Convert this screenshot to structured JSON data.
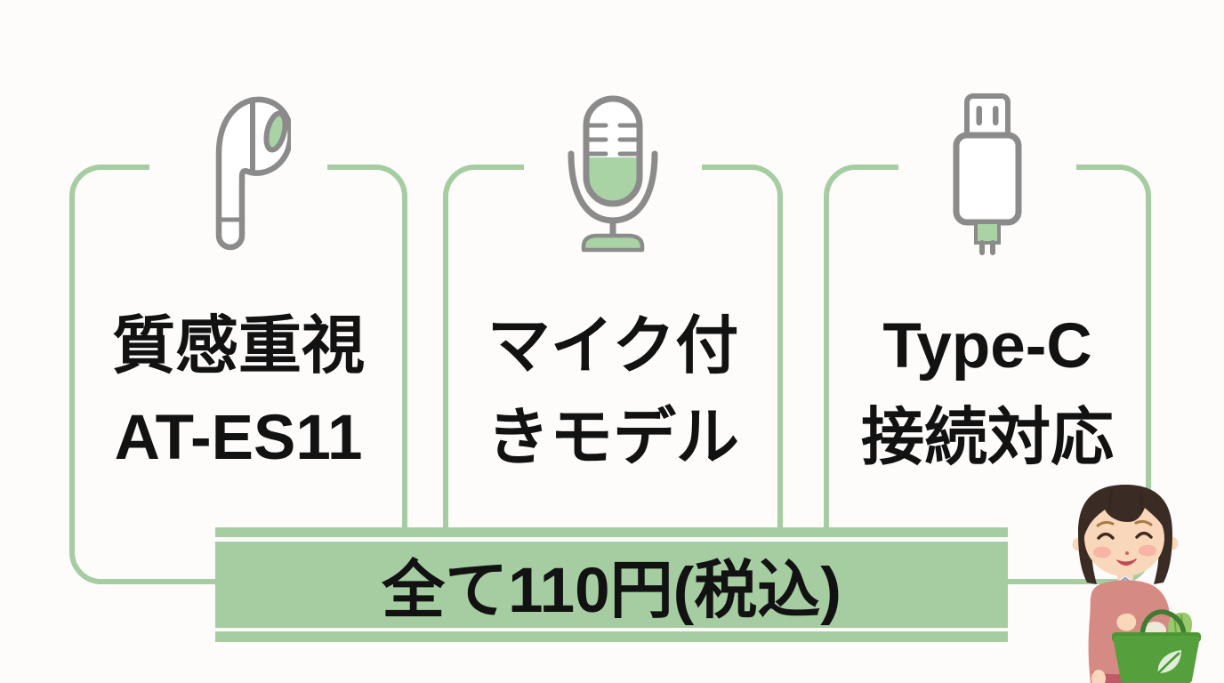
{
  "page": {
    "background": "#fdfcfa"
  },
  "theme": {
    "green": "#a6cda2",
    "icon_green": "#a9d2a5",
    "icon_gray": "#8b8b8b",
    "ink": "#121212"
  },
  "cards": [
    {
      "icon": "earphone-icon",
      "title_line1": "質感重視",
      "title_line2": "AT-ES11"
    },
    {
      "icon": "microphone-icon",
      "title_line1": "マイク付",
      "title_line2": "きモデル"
    },
    {
      "icon": "usb-type-c-icon",
      "title_line1": "Type-C",
      "title_line2": "接続対応"
    }
  ],
  "price_banner": {
    "label": "全て110円(税込)"
  },
  "illustration": {
    "description": "woman holding green shopping basket with vegetables",
    "sweater_pink": "#d68a84",
    "basket_green": "#55a03c",
    "hair_brown": "#3a2b24",
    "skin": "#f9d7ba"
  }
}
